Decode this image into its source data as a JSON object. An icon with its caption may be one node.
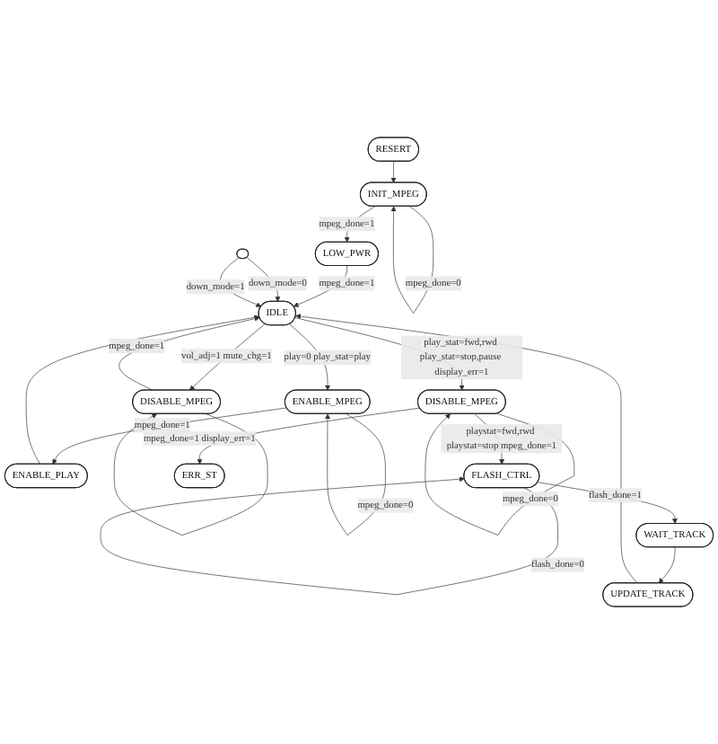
{
  "diagram": {
    "nodes": [
      {
        "text": [
          "RESERT"
        ]
      },
      {
        "text": [
          "INIT_MPEG"
        ]
      },
      {
        "text": [
          "LOW_PWR"
        ]
      },
      {
        "text": [
          "IDLE"
        ]
      },
      {
        "text": [],
        "shape": "ellipse"
      },
      {
        "text": [
          "DISABLE_MPEG"
        ]
      },
      {
        "text": [
          "ENABLE_MPEG"
        ]
      },
      {
        "text": [
          "DISABLE_MPEG"
        ]
      },
      {
        "text": [
          "ENABLE_PLAY"
        ]
      },
      {
        "text": [
          "FLASH_CTRL"
        ]
      },
      {
        "text": [
          "ERR_ST"
        ]
      },
      {
        "text": [
          "UPDATE_TRACK"
        ]
      },
      {
        "text": [
          "WAIT_TRACK"
        ]
      }
    ],
    "edges": [
      {
        "from": 0,
        "to": 1,
        "arrow": "to"
      },
      {
        "from": 1,
        "to": 1,
        "arrow": "to",
        "label": "mpeg_done=0"
      },
      {
        "from": 1,
        "to": 2,
        "arrow": "to",
        "label": "mpeg_done=1"
      },
      {
        "from": 2,
        "to": 3,
        "arrow": "to",
        "label": "mpeg_done=1"
      },
      {
        "from": 4,
        "to": 3,
        "arrow": "to",
        "label": "down_mode=0"
      },
      {
        "from": 4,
        "to": 3,
        "arrow": "to",
        "label": "down_mode=1"
      },
      {
        "from": 3,
        "to": 5,
        "arrow": "to",
        "label": "vol_adj=1 mute_chg=1"
      },
      {
        "from": 5,
        "to": 3,
        "arrow": "to",
        "label": "mpeg_done=1"
      },
      {
        "from": 5,
        "to": 5,
        "arrow": "to"
      },
      {
        "from": 3,
        "to": 6,
        "arrow": "to",
        "label": "play=0 play_stat=play"
      },
      {
        "from": 6,
        "to": 6,
        "arrow": "to",
        "label": "mpeg_done=0"
      },
      {
        "from": 6,
        "to": 8,
        "arrow": "to",
        "label": "mpeg_done=1"
      },
      {
        "from": 8,
        "to": 3,
        "arrow": "to"
      },
      {
        "from": 3,
        "to": 7,
        "arrow": "to",
        "label": "play_stat=fwd,rwd play_stat=stop,pause display_err=1"
      },
      {
        "from": 7,
        "to": 7,
        "arrow": "to",
        "label": "mpeg_done=0"
      },
      {
        "from": 7,
        "to": 9,
        "arrow": "to",
        "label": "playstat=fwd,rwd playstat=stop mpeg_done=1"
      },
      {
        "from": 7,
        "to": 10,
        "arrow": "to",
        "label": "mpeg_done=1 display_err=1"
      },
      {
        "from": 9,
        "to": 9,
        "arrow": "to",
        "label": "flash_done=0"
      },
      {
        "from": 9,
        "to": 12,
        "arrow": "to",
        "label": "flash_done=1"
      },
      {
        "from": 12,
        "to": 11,
        "arrow": "to"
      },
      {
        "from": 11,
        "to": 3,
        "arrow": "to"
      }
    ]
  }
}
